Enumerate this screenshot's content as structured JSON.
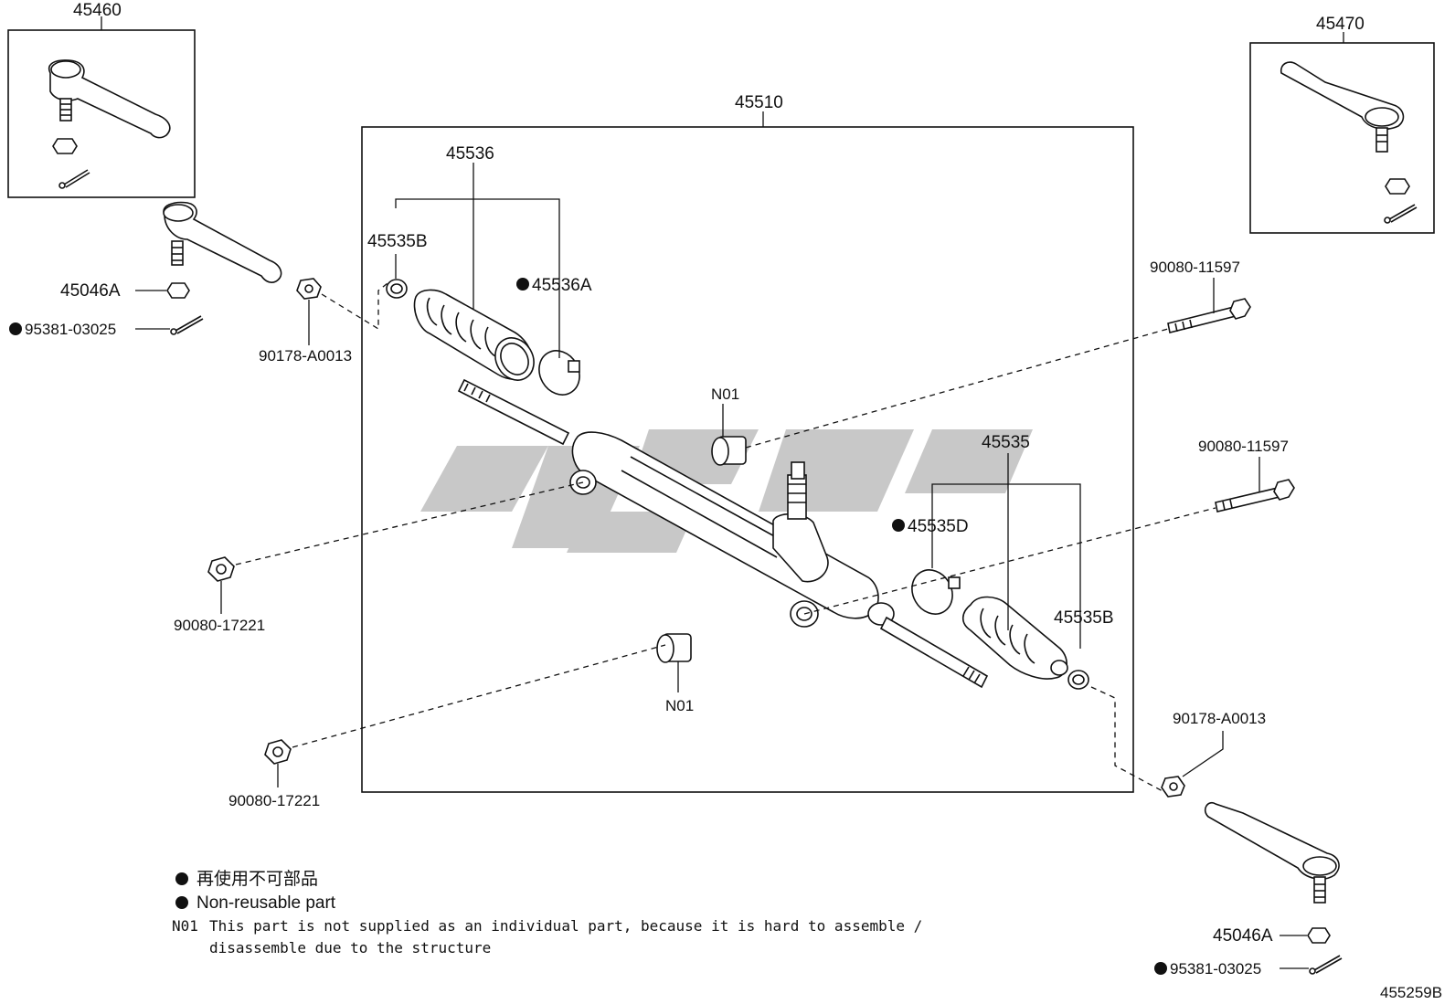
{
  "labels": {
    "p45460": "45460",
    "p45470": "45470",
    "p45510": "45510",
    "p45536": "45536",
    "p45535B_top": "45535B",
    "p45536A": "45536A",
    "p45046A_left": "45046A",
    "p95381_left": "95381-03025",
    "p90178_left": "90178-A0013",
    "p90080_11597_top": "90080-11597",
    "p90080_11597_mid": "90080-11597",
    "pN01_top": "N01",
    "pN01_bottom": "N01",
    "p45535": "45535",
    "p45535D": "45535D",
    "p45535B_right": "45535B",
    "p90080_17221_a": "90080-17221",
    "p90080_17221_b": "90080-17221",
    "p90178_right": "90178-A0013",
    "p45046A_right": "45046A",
    "p95381_right": "95381-03025",
    "diagram_code": "455259B"
  },
  "legend": {
    "jp": "再使用不可部品",
    "en": "Non-reusable part",
    "n01_key": "N01",
    "n01_line1": "This part is not supplied as an individual part, because it is hard to assemble /",
    "n01_line2": "disassemble due to the structure"
  },
  "colors": {
    "ink": "#111111",
    "watermark": "#c8c8c8"
  }
}
